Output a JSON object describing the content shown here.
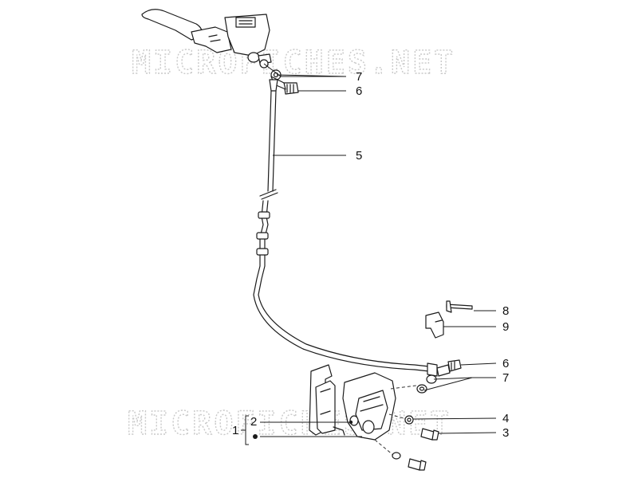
{
  "watermark": {
    "text": "MICROFICHES.NET"
  },
  "callouts": [
    {
      "id": "7a",
      "label": "7"
    },
    {
      "id": "6a",
      "label": "6"
    },
    {
      "id": "5",
      "label": "5"
    },
    {
      "id": "8",
      "label": "8"
    },
    {
      "id": "9",
      "label": "9"
    },
    {
      "id": "6b",
      "label": "6"
    },
    {
      "id": "7b",
      "label": "7"
    },
    {
      "id": "4",
      "label": "4"
    },
    {
      "id": "3",
      "label": "3"
    },
    {
      "id": "2",
      "label": "2"
    },
    {
      "id": "1",
      "label": "1"
    }
  ],
  "colors": {
    "ink": "#1b1b1b",
    "watermark": "#c9c9c9",
    "background": "#ffffff"
  }
}
